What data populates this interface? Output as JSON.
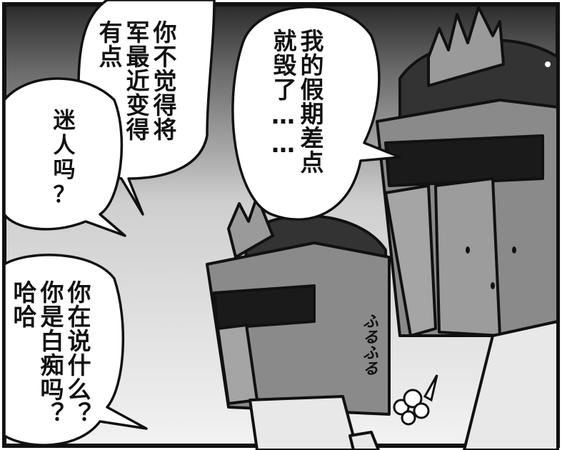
{
  "panel": {
    "bubbles": [
      {
        "id": "top-middle",
        "lines": [
          "你不觉得将",
          "军最近变得",
          "有点"
        ]
      },
      {
        "id": "left",
        "lines": [
          "迷",
          "人",
          "吗",
          "？"
        ]
      },
      {
        "id": "right",
        "lines": [
          "我的假期差点",
          "就毁了……"
        ]
      },
      {
        "id": "bottom-left",
        "lines": [
          "你在说什么？",
          "你是白痴吗？",
          "哈哈"
        ]
      }
    ],
    "sfx": "ふるふる"
  },
  "colors": {
    "ink": "#111111",
    "paper": "#ffffff",
    "armor_dark": "#3a3a3a",
    "armor_mid": "#8a8a8a"
  },
  "icons": {
    "puff": "smoke-puff-icon",
    "sweat": "sweat-drop-icon"
  }
}
